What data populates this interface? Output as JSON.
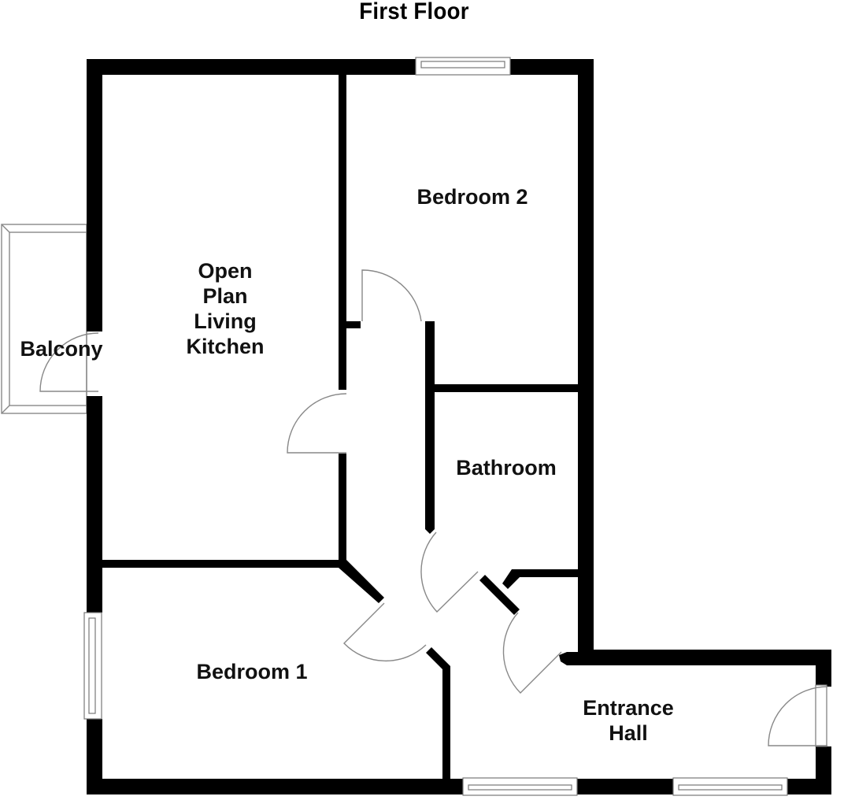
{
  "plan": {
    "title": "First Floor",
    "wall_color": "#000000",
    "fixture_line_color": "#888888"
  },
  "rooms": {
    "bedroom2": {
      "label": "Bedroom 2"
    },
    "living": {
      "label_lines": [
        "Open",
        "Plan",
        "Living",
        "Kitchen"
      ]
    },
    "balcony": {
      "label": "Balcony"
    },
    "bathroom": {
      "label": "Bathroom"
    },
    "bedroom1": {
      "label": "Bedroom 1"
    },
    "entrance": {
      "label_lines": [
        "Entrance",
        "Hall"
      ]
    }
  }
}
